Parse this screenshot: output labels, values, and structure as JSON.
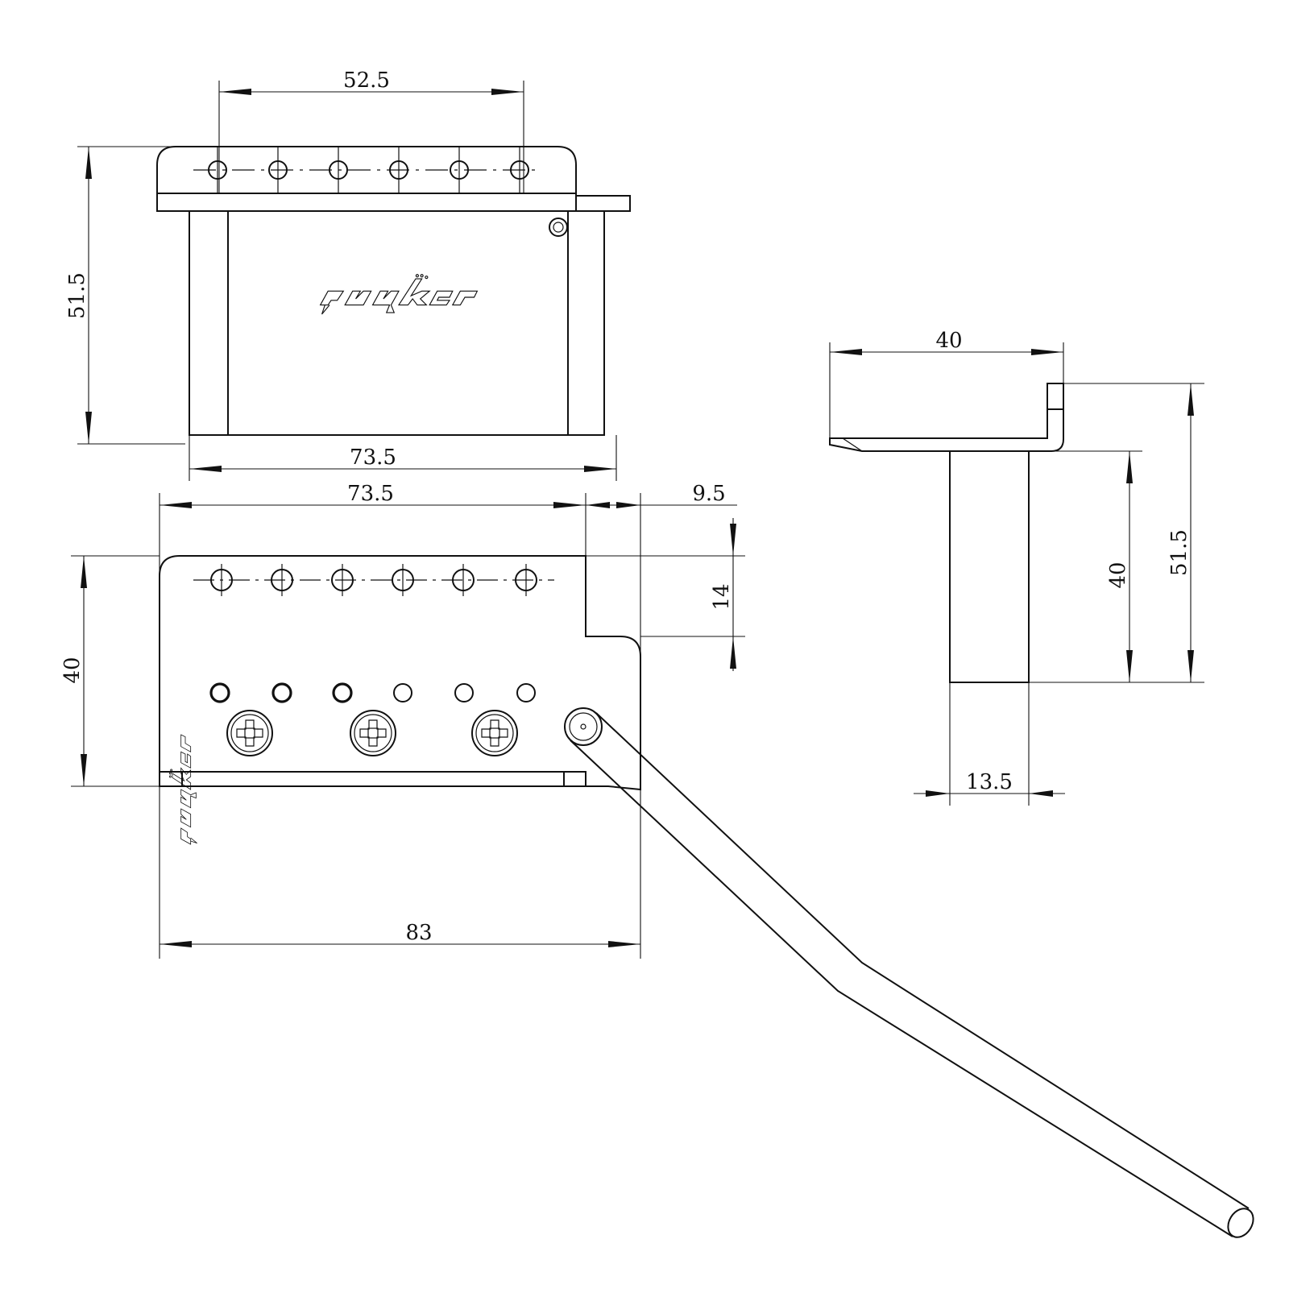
{
  "logo_text": "guyker",
  "line_color": "#111111",
  "background_color": "#ffffff",
  "views": {
    "front": {
      "dimensions": {
        "string_spacing": "52.5",
        "total_height": "51.5",
        "base_width": "73.5"
      }
    },
    "top": {
      "dimensions": {
        "plate_width": "73.5",
        "arm_offset": "9.5",
        "notch_depth": "14",
        "plate_depth": "40",
        "overall_width": "83"
      }
    },
    "side": {
      "dimensions": {
        "plate_length": "40",
        "total_height": "51.5",
        "block_height": "40",
        "block_thickness": "13.5"
      }
    }
  }
}
